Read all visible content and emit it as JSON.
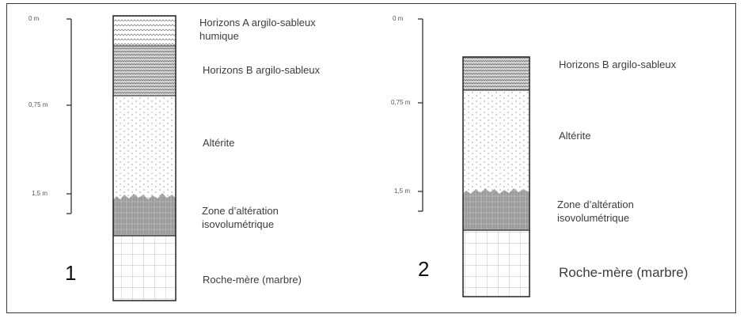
{
  "profiles": [
    {
      "number": "1",
      "ticks": [
        "0 m",
        "0,75 m",
        "1,5 m"
      ],
      "layers": [
        {
          "label_lines": [
            "Horizons A argilo-sableux",
            "humique"
          ]
        },
        {
          "label_lines": [
            "Horizons B argilo-sableux"
          ]
        },
        {
          "label_lines": [
            "Altérite"
          ]
        },
        {
          "label_lines": [
            "Zone d’altération",
            "isovolumétrique"
          ]
        },
        {
          "label_lines": [
            "Roche-mère (marbre)"
          ]
        }
      ]
    },
    {
      "number": "2",
      "ticks": [
        "0 m",
        "0,75 m",
        "1,5 m"
      ],
      "layers": [
        {
          "label_lines": [
            "Horizons B argilo-sableux"
          ]
        },
        {
          "label_lines": [
            "Altérite"
          ]
        },
        {
          "label_lines": [
            "Zone d’altération",
            "isovolumétrique"
          ]
        },
        {
          "label_lines": [
            "Roche-mère (marbre)"
          ]
        }
      ]
    }
  ]
}
